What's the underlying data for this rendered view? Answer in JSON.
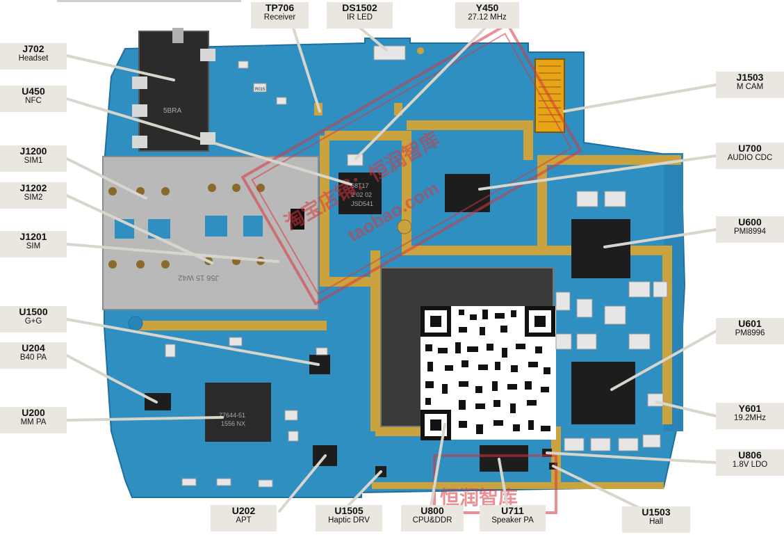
{
  "title": "",
  "colors": {
    "pcb": "#2f8fc0",
    "pcb_dark": "#1f6f9e",
    "shield_trace": "#caa23e",
    "label_bg": "#e9e7df",
    "leader": "#d8d6cc",
    "watermark": "#d9363e"
  },
  "labels": {
    "tp706": {
      "code": "TP706",
      "desc": "Receiver"
    },
    "ds1502": {
      "code": "DS1502",
      "desc": "IR LED"
    },
    "y450": {
      "code": "Y450",
      "desc": "27.12 MHz"
    },
    "j702": {
      "code": "J702",
      "desc": "Headset"
    },
    "u450": {
      "code": "U450",
      "desc": "NFC"
    },
    "j1200": {
      "code": "J1200",
      "desc": "SIM1"
    },
    "j1202": {
      "code": "J1202",
      "desc": "SIM2"
    },
    "j1201": {
      "code": "J1201",
      "desc": "SIM"
    },
    "u1500": {
      "code": "U1500",
      "desc": "G+G"
    },
    "u204": {
      "code": "U204",
      "desc": "B40 PA"
    },
    "u200": {
      "code": "U200",
      "desc": "MM PA"
    },
    "j1503": {
      "code": "J1503",
      "desc": "M CAM"
    },
    "u700": {
      "code": "U700",
      "desc": "AUDIO CDC"
    },
    "u600": {
      "code": "U600",
      "desc": "PMI8994"
    },
    "u601": {
      "code": "U601",
      "desc": "PM8996"
    },
    "y601": {
      "code": "Y601",
      "desc": "19.2MHz"
    },
    "u806": {
      "code": "U806",
      "desc": "1.8V LDO"
    },
    "u202": {
      "code": "U202",
      "desc": "APT"
    },
    "u1505": {
      "code": "U1505",
      "desc": "Haptic DRV"
    },
    "u800": {
      "code": "U800",
      "desc": "CPU&DDR"
    },
    "u711": {
      "code": "U711",
      "desc": "Speaker PA"
    },
    "u1503": {
      "code": "U1503",
      "desc": "Hall"
    }
  },
  "chip_markings": {
    "u450": [
      "68T17",
      "2 02 02",
      "JSD541"
    ],
    "u200": [
      "77644-51",
      "1556 NX"
    ],
    "sim_tray": "J56 15 W42",
    "headset_jack": "5BRA",
    "cap_r015": "R015"
  },
  "watermark": {
    "shop_cn": "恒润智库",
    "url_fragment": "taobao.com",
    "shop_seal_cn": "淘宝店铺：恒润智库"
  }
}
